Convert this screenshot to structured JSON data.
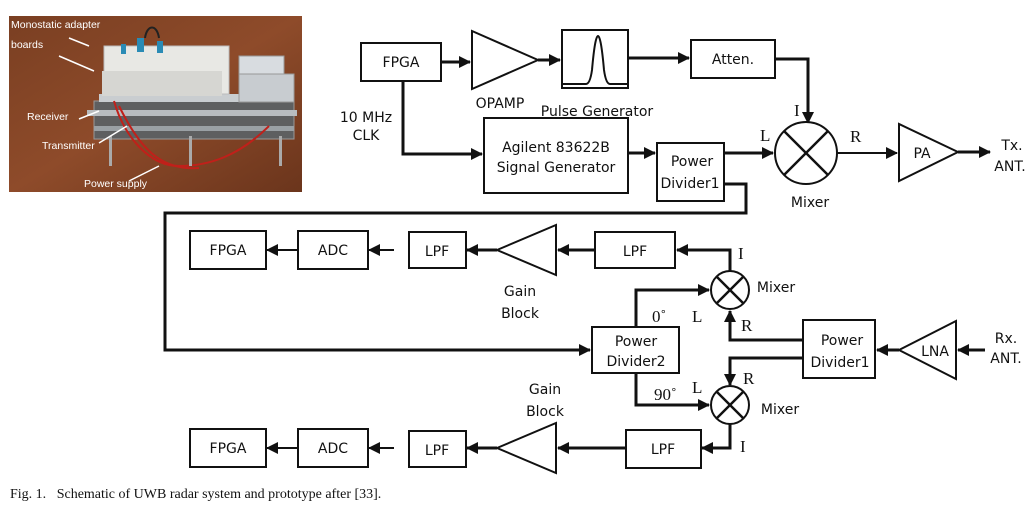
{
  "figure": {
    "caption_label": "Fig. 1.",
    "caption_text": "Schematic of UWB radar system and prototype after [33]."
  },
  "photo": {
    "labels": {
      "adapter_1": "Monostatic adapter",
      "adapter_2": "boards",
      "receiver": "Receiver",
      "transmitter": "Transmitter",
      "power_supply": "Power supply"
    }
  },
  "transmitter": {
    "fpga": "FPGA",
    "opamp": "OPAMP",
    "pulse_generator": "Pulse Generator",
    "atten": "Atten.",
    "clk_1": "10 MHz",
    "clk_2": "CLK",
    "siggen_1": "Agilent 83622B",
    "siggen_2": "Signal Generator",
    "pd1_1": "Power",
    "pd1_2": "Divider1",
    "mixer": "Mixer",
    "port_l": "L",
    "port_r": "R",
    "port_i": "I",
    "pa": "PA",
    "ant_1": "Tx.",
    "ant_2": "ANT."
  },
  "receiver": {
    "i_chain": {
      "fpga": "FPGA",
      "adc": "ADC",
      "lpf1": "LPF",
      "gain_1": "Gain",
      "gain_2": "Block",
      "lpf2": "LPF"
    },
    "q_chain": {
      "fpga": "FPGA",
      "adc": "ADC",
      "lpf1": "LPF",
      "gain_1": "Gain",
      "gain_2": "Block",
      "lpf2": "LPF"
    },
    "pd2_1": "Power",
    "pd2_2": "Divider2",
    "phase_0": "0˚",
    "phase_90": "90˚",
    "mixer_top": "Mixer",
    "mixer_bottom": "Mixer",
    "port_l": "L",
    "port_r": "R",
    "port_i": "I",
    "pd1_1": "Power",
    "pd1_2": "Divider1",
    "lna": "LNA",
    "ant_1": "Rx.",
    "ant_2": "ANT."
  }
}
